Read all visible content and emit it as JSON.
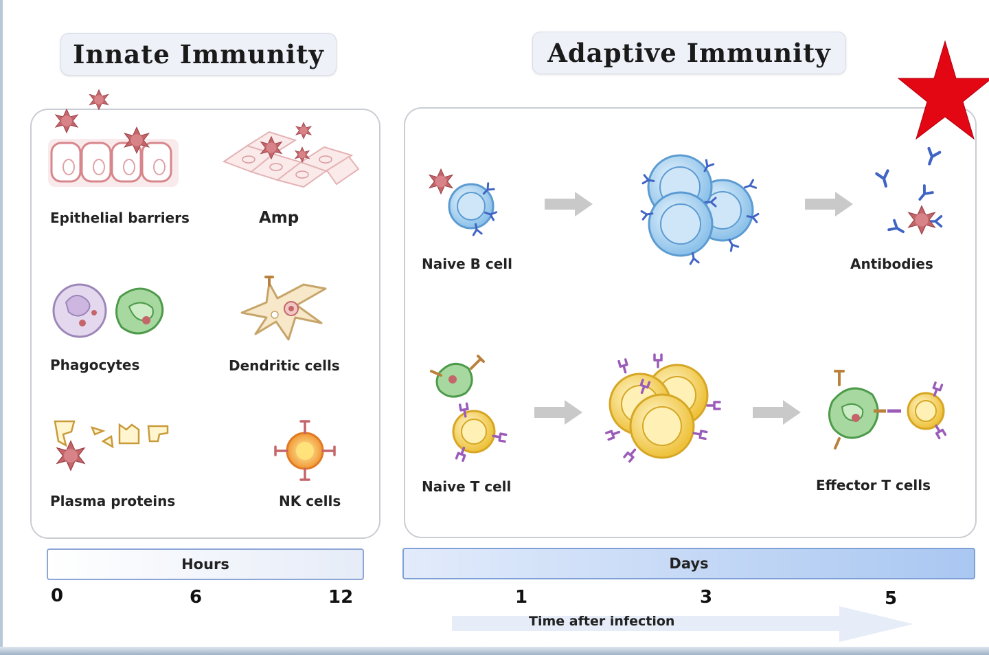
{
  "titles": {
    "innate": "Innate Immunity",
    "adaptive": "Adaptive Immunity"
  },
  "innate_labels": {
    "epithelial": "Epithelial barriers",
    "amp": "Amp",
    "phagocytes": "Phagocytes",
    "dendritic": "Dendritic cells",
    "plasma": "Plasma proteins",
    "nk": "NK cells"
  },
  "adaptive_labels": {
    "naive_b": "Naive B cell",
    "antibodies": "Antibodies",
    "naive_t": "Naive T cell",
    "effector_t": "Effector T cells"
  },
  "timeline": {
    "hours_label": "Hours",
    "days_label": "Days",
    "hour_ticks": [
      "0",
      "6",
      "12"
    ],
    "day_ticks": [
      "1",
      "3",
      "5"
    ],
    "caption": "Time after infection"
  },
  "colors": {
    "microbe": "#c4656a",
    "b_cell": "#9fcdee",
    "t_cell": "#f2cf53",
    "phagocyte_green": "#9fd39a",
    "phagocyte_purple": "#d8c8e6",
    "antibody": "#3f64c4",
    "receptor": "#9a5cb8",
    "nk_core": "#f7a638",
    "star": "#e30613"
  },
  "icons": [
    "star-icon",
    "microbe-icon",
    "arrow-right-icon"
  ]
}
